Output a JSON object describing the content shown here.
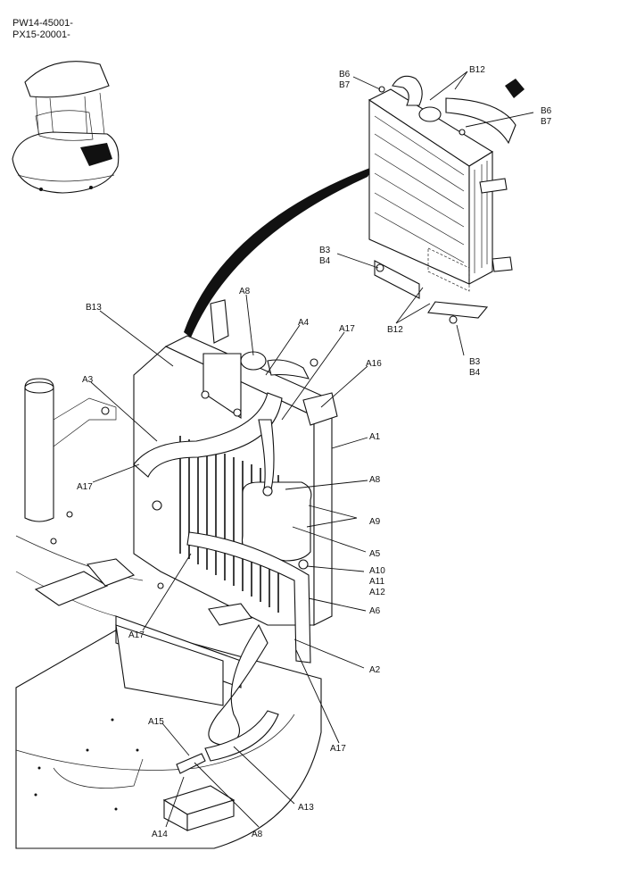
{
  "header": {
    "serial_1": "PW14-45001-",
    "serial_2": "PX15-20001-"
  },
  "callouts": [
    {
      "id": "B6_top",
      "text": "B6"
    },
    {
      "id": "B7_top",
      "text": "B7"
    },
    {
      "id": "B12_top",
      "text": "B12"
    },
    {
      "id": "B6_right",
      "text": "B6"
    },
    {
      "id": "B7_right",
      "text": "B7"
    },
    {
      "id": "B3_left",
      "text": "B3"
    },
    {
      "id": "B4_left",
      "text": "B4"
    },
    {
      "id": "B12_bottom",
      "text": "B12"
    },
    {
      "id": "B3_bottom",
      "text": "B3"
    },
    {
      "id": "B4_bottom",
      "text": "B4"
    },
    {
      "id": "B13",
      "text": "B13"
    },
    {
      "id": "A8_top",
      "text": "A8"
    },
    {
      "id": "A4",
      "text": "A4"
    },
    {
      "id": "A17_top",
      "text": "A17"
    },
    {
      "id": "A16",
      "text": "A16"
    },
    {
      "id": "A3",
      "text": "A3"
    },
    {
      "id": "A1",
      "text": "A1"
    },
    {
      "id": "A17_left",
      "text": "A17"
    },
    {
      "id": "A8_mid",
      "text": "A8"
    },
    {
      "id": "A9",
      "text": "A9"
    },
    {
      "id": "A5",
      "text": "A5"
    },
    {
      "id": "A10",
      "text": "A10"
    },
    {
      "id": "A11",
      "text": "A11"
    },
    {
      "id": "A12",
      "text": "A12"
    },
    {
      "id": "A6",
      "text": "A6"
    },
    {
      "id": "A17_lower",
      "text": "A17"
    },
    {
      "id": "A2",
      "text": "A2"
    },
    {
      "id": "A15",
      "text": "A15"
    },
    {
      "id": "A17_bottom",
      "text": "A17"
    },
    {
      "id": "A13",
      "text": "A13"
    },
    {
      "id": "A14",
      "text": "A14"
    },
    {
      "id": "A8_bottom",
      "text": "A8"
    }
  ]
}
